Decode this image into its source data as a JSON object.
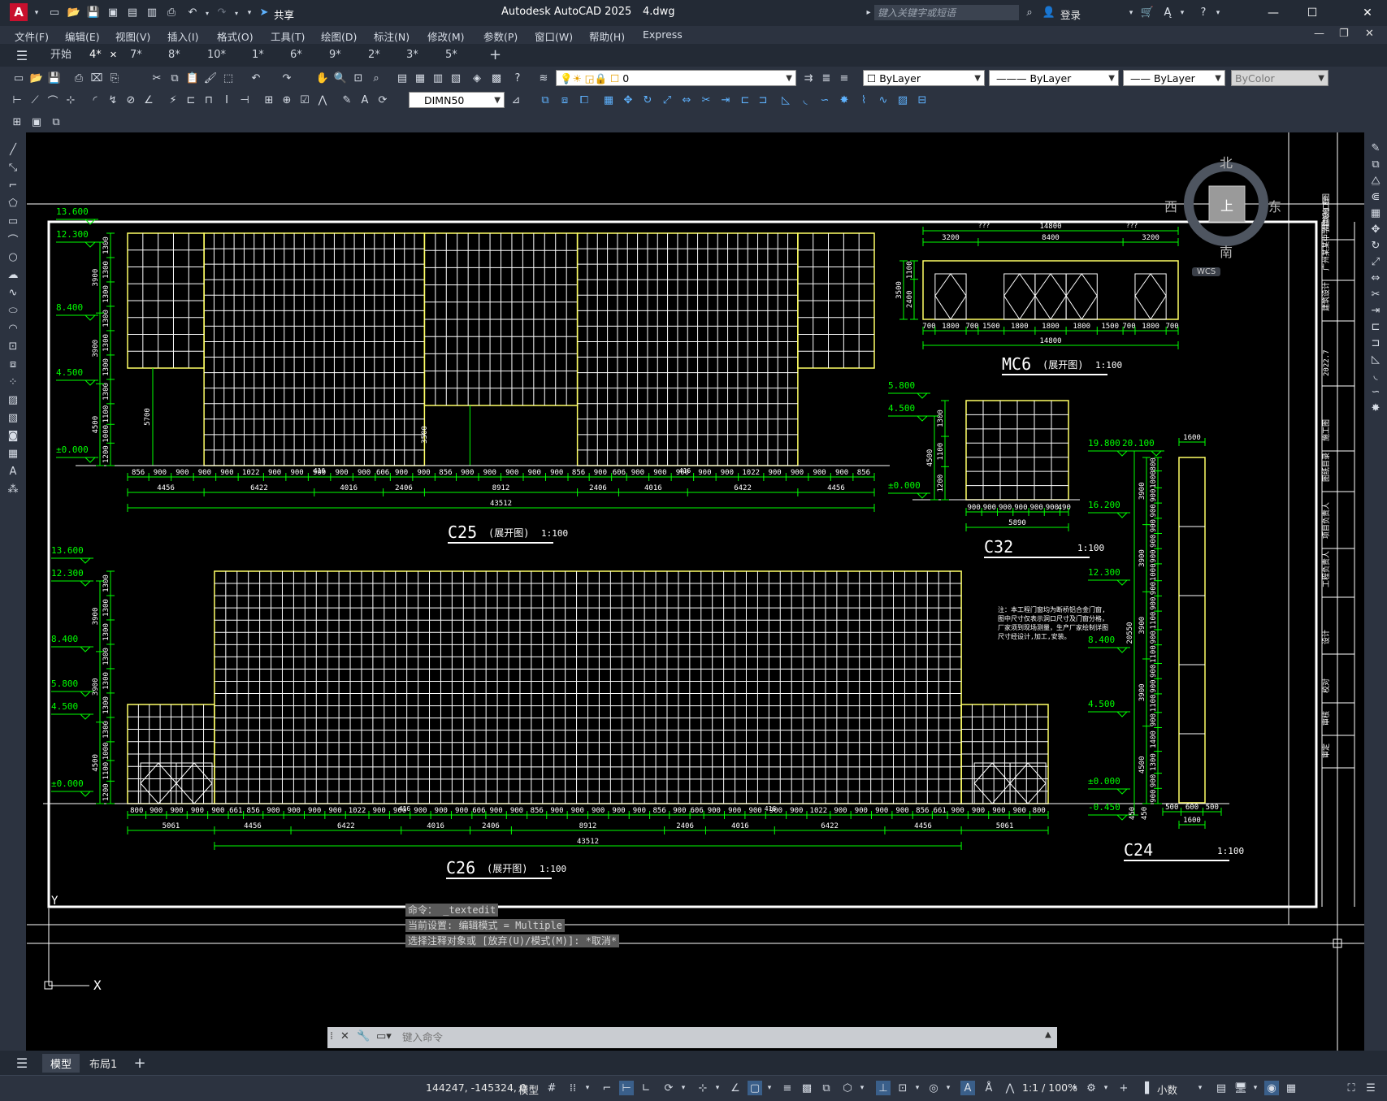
{
  "titlebar": {
    "app_logo": "A",
    "title": "Autodesk AutoCAD 2025",
    "file": "4.dwg",
    "share": "共享",
    "search_placeholder": "键入关键字或短语",
    "login": "登录"
  },
  "menu": [
    "文件(F)",
    "编辑(E)",
    "视图(V)",
    "插入(I)",
    "格式(O)",
    "工具(T)",
    "绘图(D)",
    "标注(N)",
    "修改(M)",
    "参数(P)",
    "窗口(W)",
    "帮助(H)",
    "Express"
  ],
  "tabs": [
    "开始",
    "4*",
    "7*",
    "8*",
    "10*",
    "1*",
    "6*",
    "9*",
    "2*",
    "3*",
    "5*"
  ],
  "active_tab": "4*",
  "layer_combo": "0",
  "props": {
    "color": "ByLayer",
    "linetype": "ByLayer",
    "lineweight": "ByLayer",
    "plotstyle": "ByColor"
  },
  "dimstyle": "DIMN50",
  "viewcube": {
    "north": "北",
    "south": "南",
    "east": "东",
    "west": "西",
    "top": "上",
    "wcs": "WCS"
  },
  "drawing": {
    "c25": {
      "title": "C25",
      "sub": "(展开图)",
      "scale": "1:100",
      "total": "43512",
      "groups": [
        "4456",
        "6422",
        "4016",
        "2406",
        "8912",
        "2406",
        "4016",
        "6422",
        "4456"
      ],
      "levels": [
        "13.600",
        "12.300",
        "8.400",
        "4.500",
        "±0.000"
      ],
      "height_5700": "5700",
      "height_3500": "3500",
      "left_dims": [
        "1300",
        "1300",
        "1300",
        "1300",
        "1300",
        "1300",
        "1300",
        "1100",
        "1000",
        "1200"
      ],
      "mid_dims": [
        "3900",
        "3900",
        "4500"
      ],
      "marks": [
        "416",
        "416"
      ],
      "cells": [
        "856",
        "900",
        "900",
        "900",
        "900",
        "1022",
        "900",
        "900",
        "900",
        "900",
        "900",
        "606",
        "900",
        "900",
        "856",
        "900",
        "900",
        "900",
        "900",
        "900",
        "856",
        "900",
        "606",
        "900",
        "900",
        "900",
        "900",
        "900",
        "1022",
        "900",
        "900",
        "900",
        "900",
        "856"
      ]
    },
    "c26": {
      "title": "C26",
      "sub": "(展开图)",
      "scale": "1:100",
      "total": "43512",
      "groups": [
        "5061",
        "4456",
        "6422",
        "4016",
        "2406",
        "8912",
        "2406",
        "4016",
        "6422",
        "4456",
        "5061"
      ],
      "levels": [
        "13.600",
        "12.300",
        "8.400",
        "5.800",
        "4.500",
        "±0.000"
      ],
      "left_dims": [
        "1300",
        "1300",
        "1300",
        "1300",
        "1300",
        "1300",
        "1300",
        "1000",
        "1100",
        "1200"
      ],
      "mid_dims": [
        "3900",
        "3900",
        "4500"
      ],
      "marks": [
        "416",
        "416"
      ],
      "cells": [
        "800",
        "900",
        "900",
        "900",
        "900",
        "661",
        "856",
        "900",
        "900",
        "900",
        "900",
        "1022",
        "900",
        "900",
        "900",
        "900",
        "900",
        "606",
        "900",
        "900",
        "856",
        "900",
        "900",
        "900",
        "900",
        "900",
        "856",
        "900",
        "606",
        "900",
        "900",
        "900",
        "900",
        "900",
        "1022",
        "900",
        "900",
        "900",
        "900",
        "856",
        "661",
        "900",
        "900",
        "900",
        "900",
        "800"
      ]
    },
    "mc6": {
      "title": "MC6",
      "sub": "(展开图)",
      "scale": "1:100",
      "top_total": "14800",
      "top": [
        "3200",
        "8400",
        "3200"
      ],
      "q": "???",
      "bottom": [
        "700",
        "1800",
        "700",
        "1500",
        "1800",
        "1800",
        "1800",
        "1500",
        "700",
        "1800",
        "700"
      ],
      "bottom_total": "14800",
      "left": [
        "3500",
        "1100",
        "2400"
      ]
    },
    "c32": {
      "title": "C32",
      "scale": "1:100",
      "levels": [
        "5.800",
        "4.500",
        "±0.000"
      ],
      "left": [
        "1300",
        "1100",
        "1200",
        "4500"
      ],
      "cells": [
        "900",
        "900",
        "900",
        "900",
        "900",
        "900",
        "490"
      ],
      "total": "5890"
    },
    "c24": {
      "title": "C24",
      "scale": "1:100",
      "top": "1600",
      "levels": [
        "19.800",
        "20.100",
        "16.200",
        "12.300",
        "8.400",
        "4.500",
        "±0.000",
        "-0.450"
      ],
      "total": "20550",
      "bottom": [
        "500",
        "600",
        "500"
      ],
      "bottom_total": "1600",
      "left_dims": [
        "450",
        "450"
      ]
    },
    "note": [
      "注：本工程门窗均为断桥铝合金门窗,",
      "图中尺寸仅表示洞口尺寸及门窗分格，",
      "厂家须到现场测量，生产厂家绘制详图",
      "尺寸经设计,加工,安装。"
    ]
  },
  "titleblock": [
    "建筑施工图",
    "广州某某中学建设工程",
    "建筑设计",
    "2022.7",
    "施工图",
    "图纸目录",
    "项目负责人",
    "工程负责人",
    "设计",
    "校对",
    "审核",
    "审定"
  ],
  "command": {
    "history": [
      "命令： _textedit",
      "当前设置: 编辑模式 = Multiple",
      "选择注释对象或 [放弃(U)/模式(M)]: *取消*"
    ],
    "placeholder": "键入命令"
  },
  "layout_tabs": [
    "模型",
    "布局1"
  ],
  "status": {
    "coords": "144247, -145324, 0",
    "model": "模型",
    "scale": "1:1 / 100%",
    "units": "小数"
  }
}
